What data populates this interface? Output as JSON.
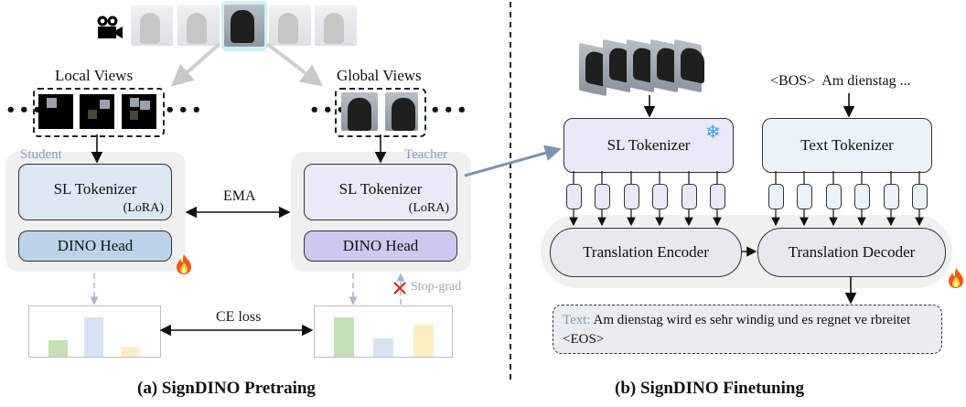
{
  "pretraining": {
    "caption": "(a) SignDINO Pretraing",
    "local_views_label": "Local Views",
    "global_views_label": "Global Views",
    "student": {
      "label": "Student",
      "tokenizer": "SL Tokenizer",
      "tokenizer_note": "(LoRA)",
      "head": "DINO Head"
    },
    "teacher": {
      "label": "Teacher",
      "tokenizer": "SL Tokenizer",
      "tokenizer_note": "(LoRA)",
      "head": "DINO Head"
    },
    "ema_label": "EMA",
    "ce_loss_label": "CE loss",
    "stop_grad_label": "Stop-grad",
    "dots": "•••",
    "icons": [
      "video-camera-icon",
      "fire-icon",
      "cross-icon"
    ],
    "colors": {
      "student_tokenizer": "#dde8f4",
      "student_head": "#bcd3ea",
      "teacher_tokenizer": "#ece9f8",
      "teacher_head": "#cfc8f0",
      "group_bg": "#f0f0f0",
      "group_label": "#8a9bb5",
      "bar_green": "#c6dfb5",
      "bar_blue": "#d5e3f3",
      "bar_yellow": "#fcefc4"
    }
  },
  "finetuning": {
    "caption": "(b) SignDINO Finetuning",
    "text_input": "<BOS>  Am dienstag ...",
    "sl_tokenizer": "SL Tokenizer",
    "text_tokenizer": "Text Tokenizer",
    "encoder": "Translation Encoder",
    "decoder": "Translation Decoder",
    "output_prefix": "Text:",
    "output_text": " Am dienstag  wird es sehr windig und es regnet ve rbreitet <EOS>",
    "icons": [
      "snowflake-icon",
      "fire-icon"
    ],
    "colors": {
      "sl_tokenizer": "#ebe8f8",
      "text_tokenizer": "#ecf2f9",
      "encoder_decoder": "#e6e9ee",
      "output_bg": "#e9ecf0",
      "output_prefix": "#8a9bb5"
    }
  },
  "icon_glyphs": {
    "snowflake": "❄",
    "cross": "✕",
    "camera": "🎥"
  }
}
